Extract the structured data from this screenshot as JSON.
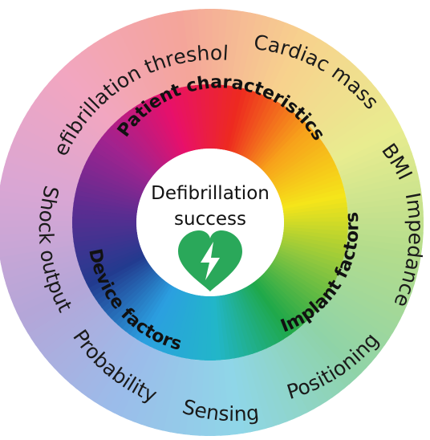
{
  "center": {
    "line1": "Defibrillation",
    "line2": "success",
    "icon": "heart-lightning-icon",
    "icon_color": "#2aa85a"
  },
  "inner_ring": {
    "patient": "Patient characteristics",
    "implant": "Implant factors",
    "device": "Device factors"
  },
  "outer_ring": {
    "defibrillation_threshold": "Defibrillation threshold",
    "cardiac_mass": "Cardiac mass",
    "bmi": "BMI",
    "impedance": "Impedance",
    "positioning": "Positioning",
    "sensing": "Sensing",
    "probability": "Probability",
    "shock_output": "Shock output"
  },
  "colors": {
    "inner_gradient": [
      "#e8106a",
      "#ed2a1f",
      "#f7a21b",
      "#f5e51a",
      "#8cc63f",
      "#1fa84a",
      "#22b6c9",
      "#2b9fe0",
      "#223b8f",
      "#5a2d91",
      "#a0238f"
    ],
    "outer_gradient": [
      "#f2a6c0",
      "#f4a59a",
      "#f7d28d",
      "#e8ec8f",
      "#b3dc8c",
      "#8fd3a8",
      "#8fd6e8",
      "#9bbcea",
      "#b4a6d8",
      "#d9a6d4"
    ]
  }
}
